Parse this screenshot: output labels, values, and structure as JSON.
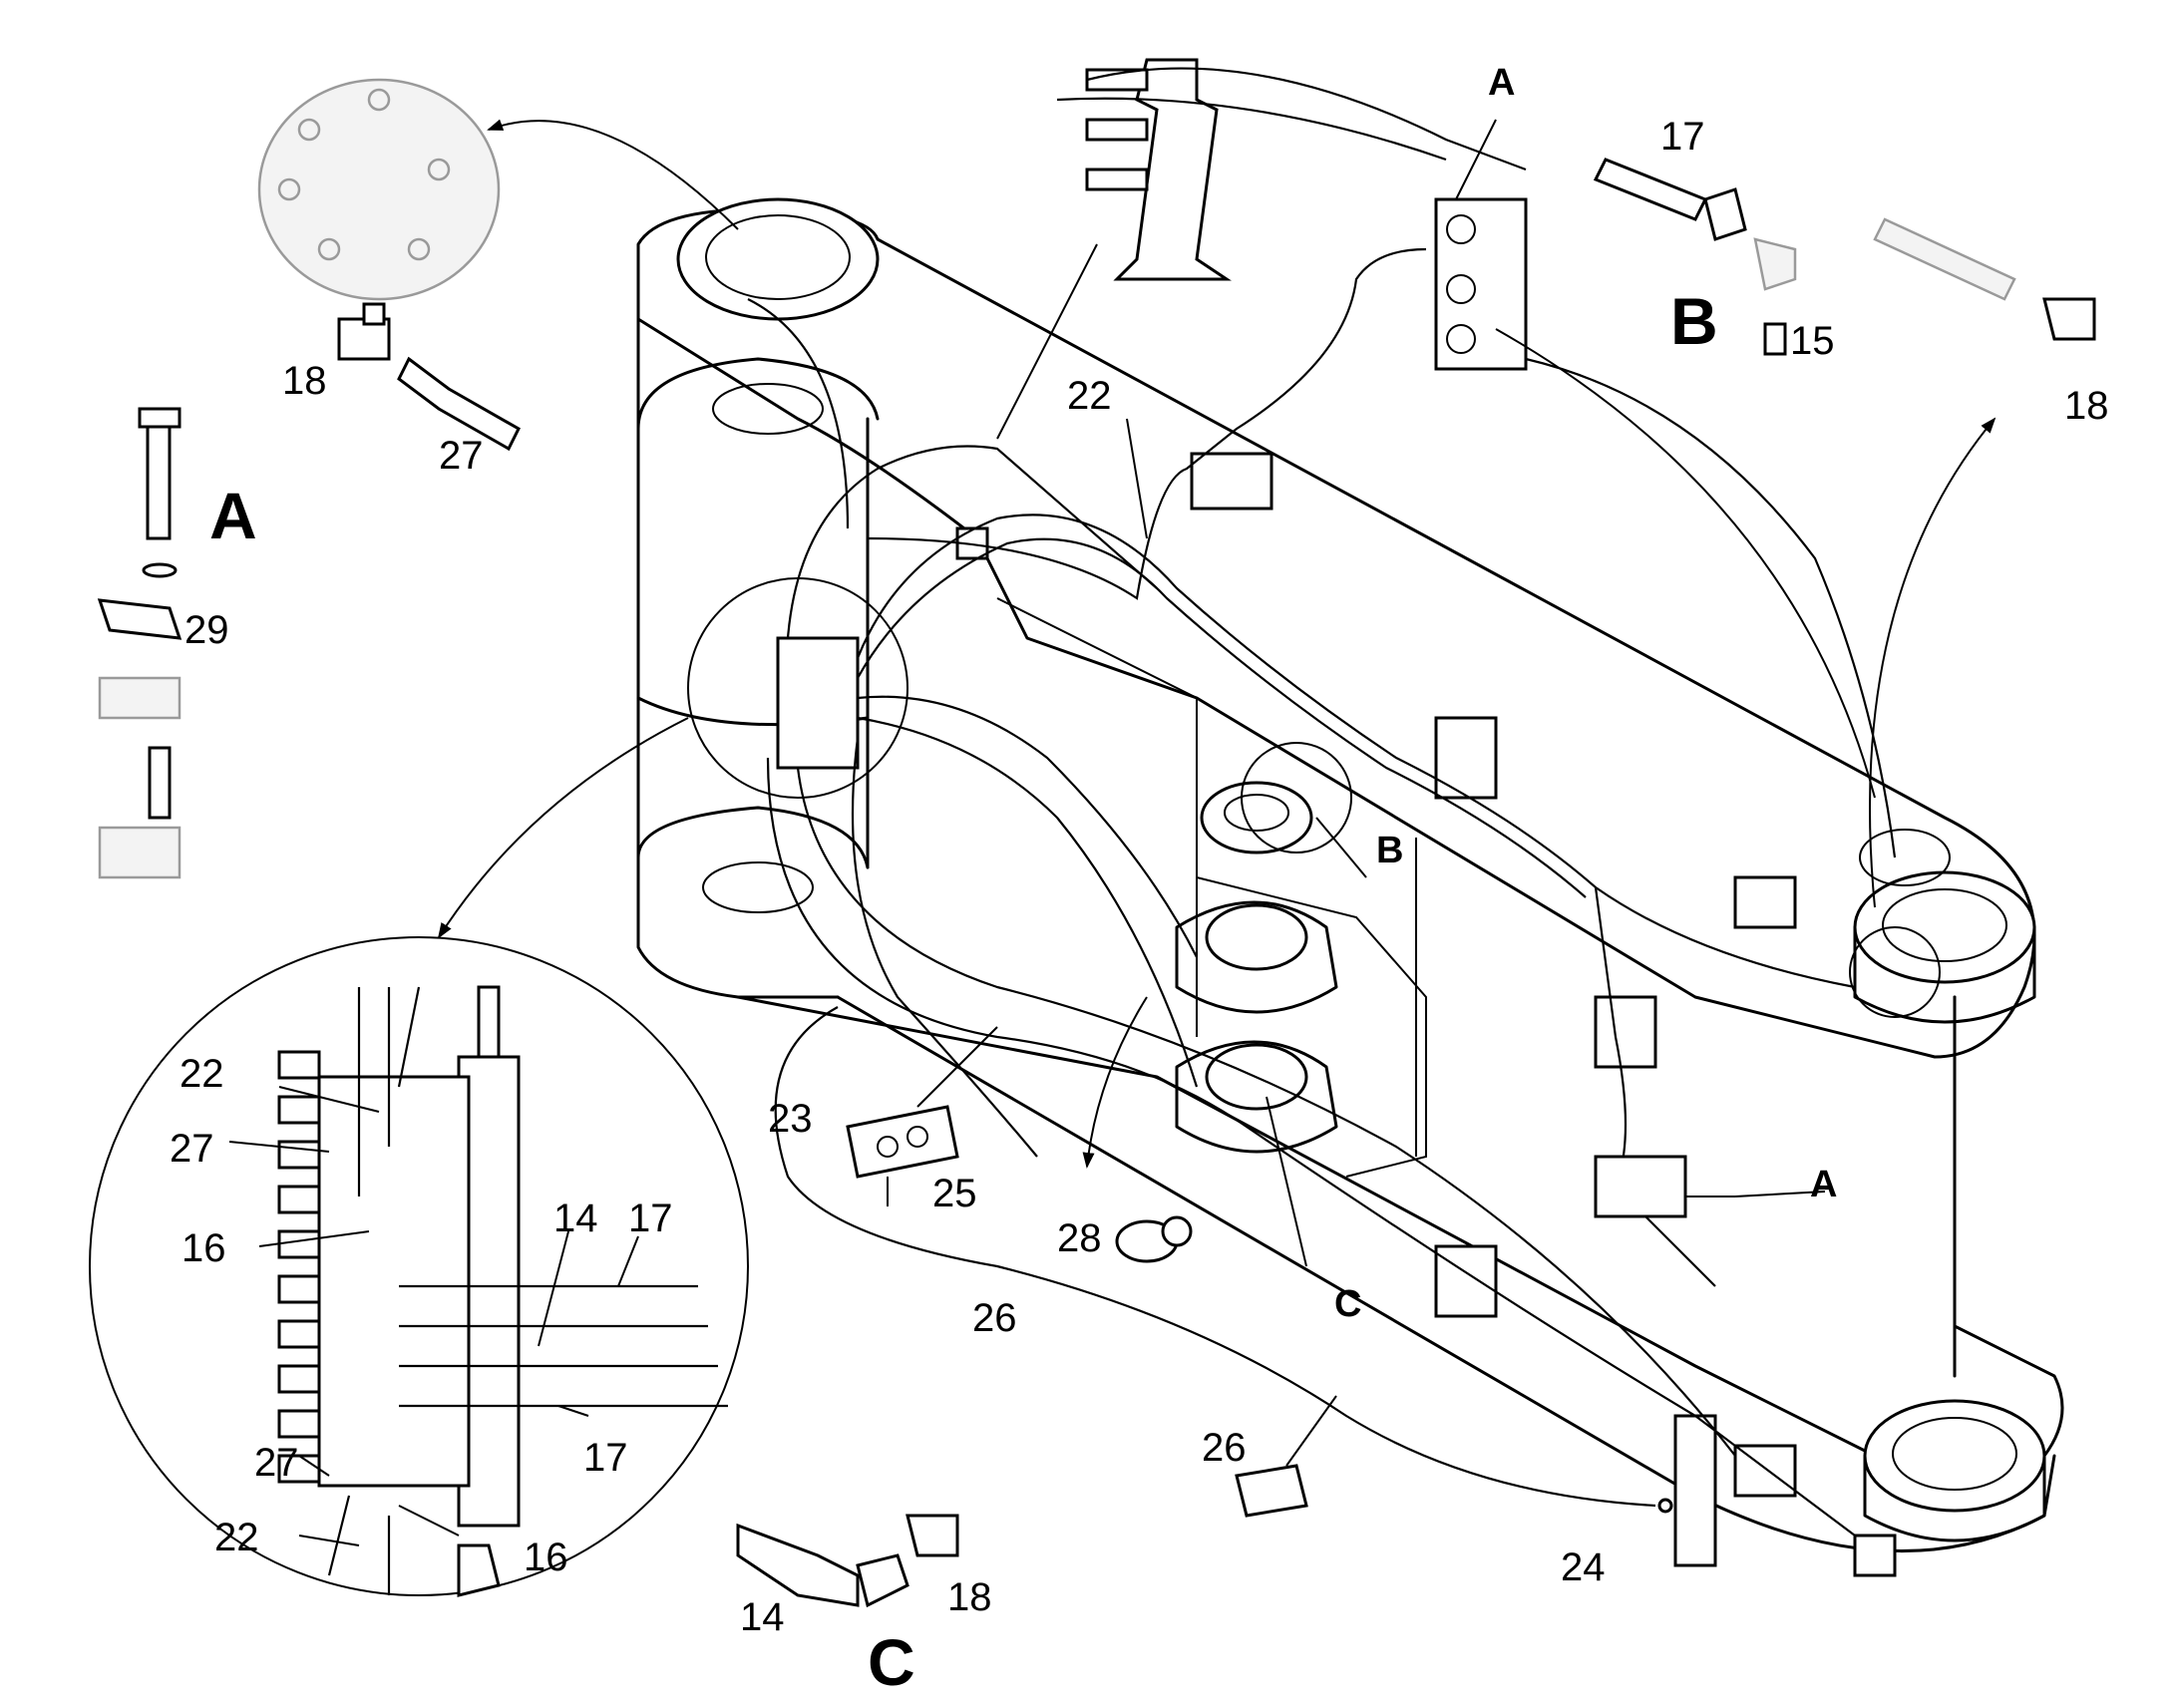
{
  "labels": {
    "n22_top": "22",
    "n17_top": "17",
    "n15": "15",
    "n18_right": "18",
    "n18_left": "18",
    "n27_left": "27",
    "n29": "29",
    "n23": "23",
    "n25": "25",
    "n28": "28",
    "n26_mid": "26",
    "n26_low": "26",
    "n24": "24",
    "n14_c": "14",
    "n18_c": "18",
    "d22_a": "22",
    "d27_a": "27",
    "d16_a": "16",
    "d14": "14",
    "d17_a": "17",
    "d17_b": "17",
    "d27_b": "27",
    "d22_b": "22",
    "d16_b": "16"
  },
  "callouts": {
    "A_top": "A",
    "B_big": "B",
    "A_big": "A",
    "B_frame": "B",
    "A_frame": "A",
    "C_frame": "C",
    "C_big": "C"
  }
}
